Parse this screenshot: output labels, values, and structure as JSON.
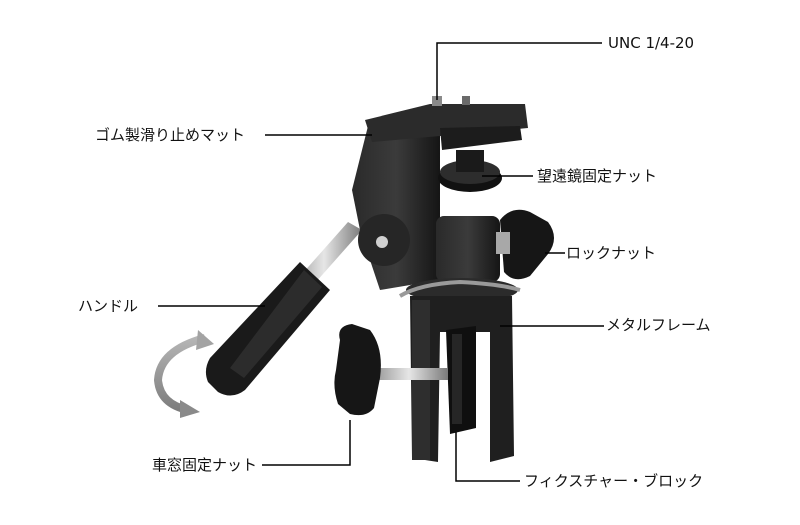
{
  "labels": {
    "unc": "UNC 1/4-20",
    "rubber_mat": "ゴム製滑り止めマット",
    "scope_nut": "望遠鏡固定ナット",
    "lock_nut": "ロックナット",
    "handle": "ハンドル",
    "metal_frame": "メタルフレーム",
    "window_nut": "車窓固定ナット",
    "fixture_block": "フィクスチャー・ブロック"
  },
  "colors": {
    "body": "#1e1e1e",
    "highlight": "#3a3a3a",
    "metal": "#bfbfbf",
    "arrow": "#9a9a9a",
    "leader": "#000000"
  },
  "icons": {
    "rotate": "rotation-arrow-icon"
  }
}
